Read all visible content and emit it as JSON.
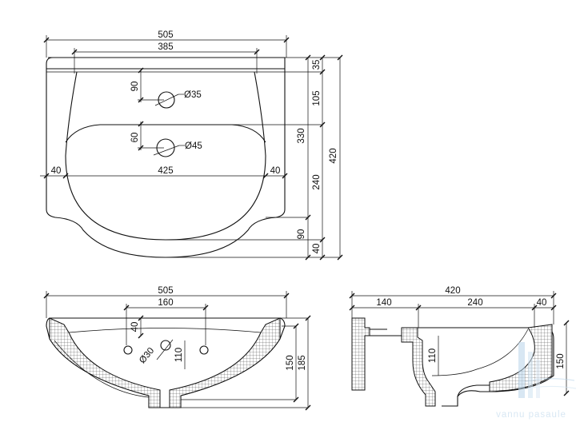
{
  "top_view": {
    "dims": {
      "overall_width": "505",
      "hole_spacing": "385",
      "top_rim": "35",
      "tap_offset": "90",
      "tap_hole": "Ø35",
      "tap_to_bowl": "105",
      "drain_offset": "60",
      "drain_hole": "Ø45",
      "bowl_depth": "330",
      "bowl_width": "425",
      "edge_left": "40",
      "edge_right": "40",
      "mid_depth": "240",
      "overall_depth": "420",
      "front_offset": "90",
      "front_edge": "40"
    }
  },
  "front_view": {
    "dims": {
      "overall_width": "505",
      "mount_spacing": "160",
      "hole_offset": "40",
      "drain_hole": "Ø30",
      "drain_height": "110",
      "bowl_height": "150",
      "overall_height": "185"
    }
  },
  "side_view": {
    "dims": {
      "overall_depth": "420",
      "back_depth": "140",
      "bowl_depth": "240",
      "front_lip": "40",
      "drain_height": "110",
      "height": "150"
    }
  },
  "watermark": {
    "text": "vannu pasaule",
    "color": "#b9d5ea"
  }
}
